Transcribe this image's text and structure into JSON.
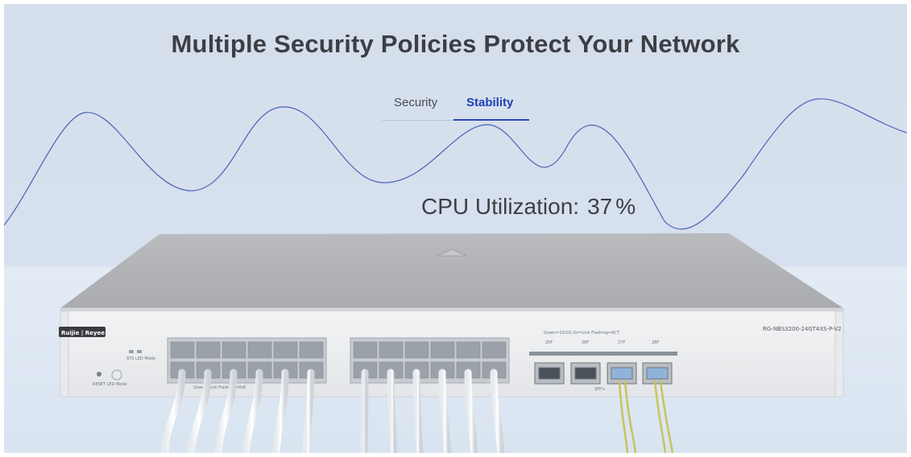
{
  "page": {
    "headline": "Multiple Security Policies Protect Your Network",
    "tabs": [
      {
        "label": "Security",
        "active": false
      },
      {
        "label": "Stability",
        "active": true
      }
    ],
    "cpu": {
      "label": "CPU Utilization:",
      "value": "37",
      "unit": "%"
    }
  },
  "device": {
    "brand": "Ruijie | Reyee",
    "model": "RG-NBS3200-24GT4XS-P-V2",
    "sys_label": "SYS  LED Mode",
    "reset_label": "RESET  LED Mode",
    "fiber_legend": "Green=10/1G  On=Link  Flashing=ACT",
    "copper_legend": "Green=Link  Flashing=PoE",
    "sfp_labels": [
      "25F",
      "26F",
      "27F",
      "28F"
    ],
    "sfp_group_label": "SFP+"
  },
  "colors": {
    "accent": "#1f3fb5",
    "wave": "#4a62b4",
    "headline": "#3d3f45"
  }
}
